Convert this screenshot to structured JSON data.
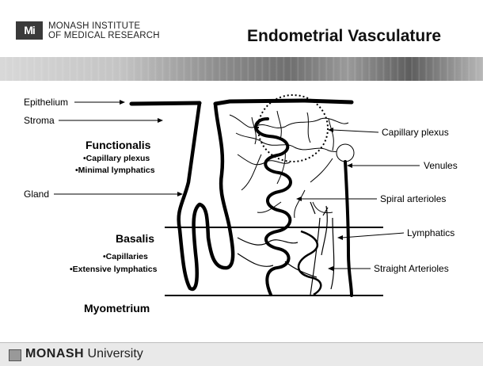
{
  "header": {
    "logo_mark": "Mi",
    "logo_line1": "MONASH INSTITUTE",
    "logo_line2": "OF MEDICAL RESEARCH",
    "title": "Endometrial Vasculature"
  },
  "labels": {
    "epithelium": "Epithelium",
    "stroma": "Stroma",
    "gland": "Gland",
    "capillary_plexus": "Capillary plexus",
    "venules": "Venules",
    "spiral_arterioles": "Spiral arterioles",
    "lymphatics": "Lymphatics",
    "straight_arterioles": "Straight Arterioles"
  },
  "layers": {
    "functionalis": {
      "title": "Functionalis",
      "items": [
        "•Capillary plexus",
        "•Minimal lymphatics"
      ]
    },
    "basalis": {
      "title": "Basalis",
      "items": [
        "•Capillaries",
        "•Extensive lymphatics"
      ]
    },
    "myometrium": {
      "title": "Myometrium"
    }
  },
  "footer": {
    "brand_bold": "MONASH",
    "brand_regular": " University"
  }
}
